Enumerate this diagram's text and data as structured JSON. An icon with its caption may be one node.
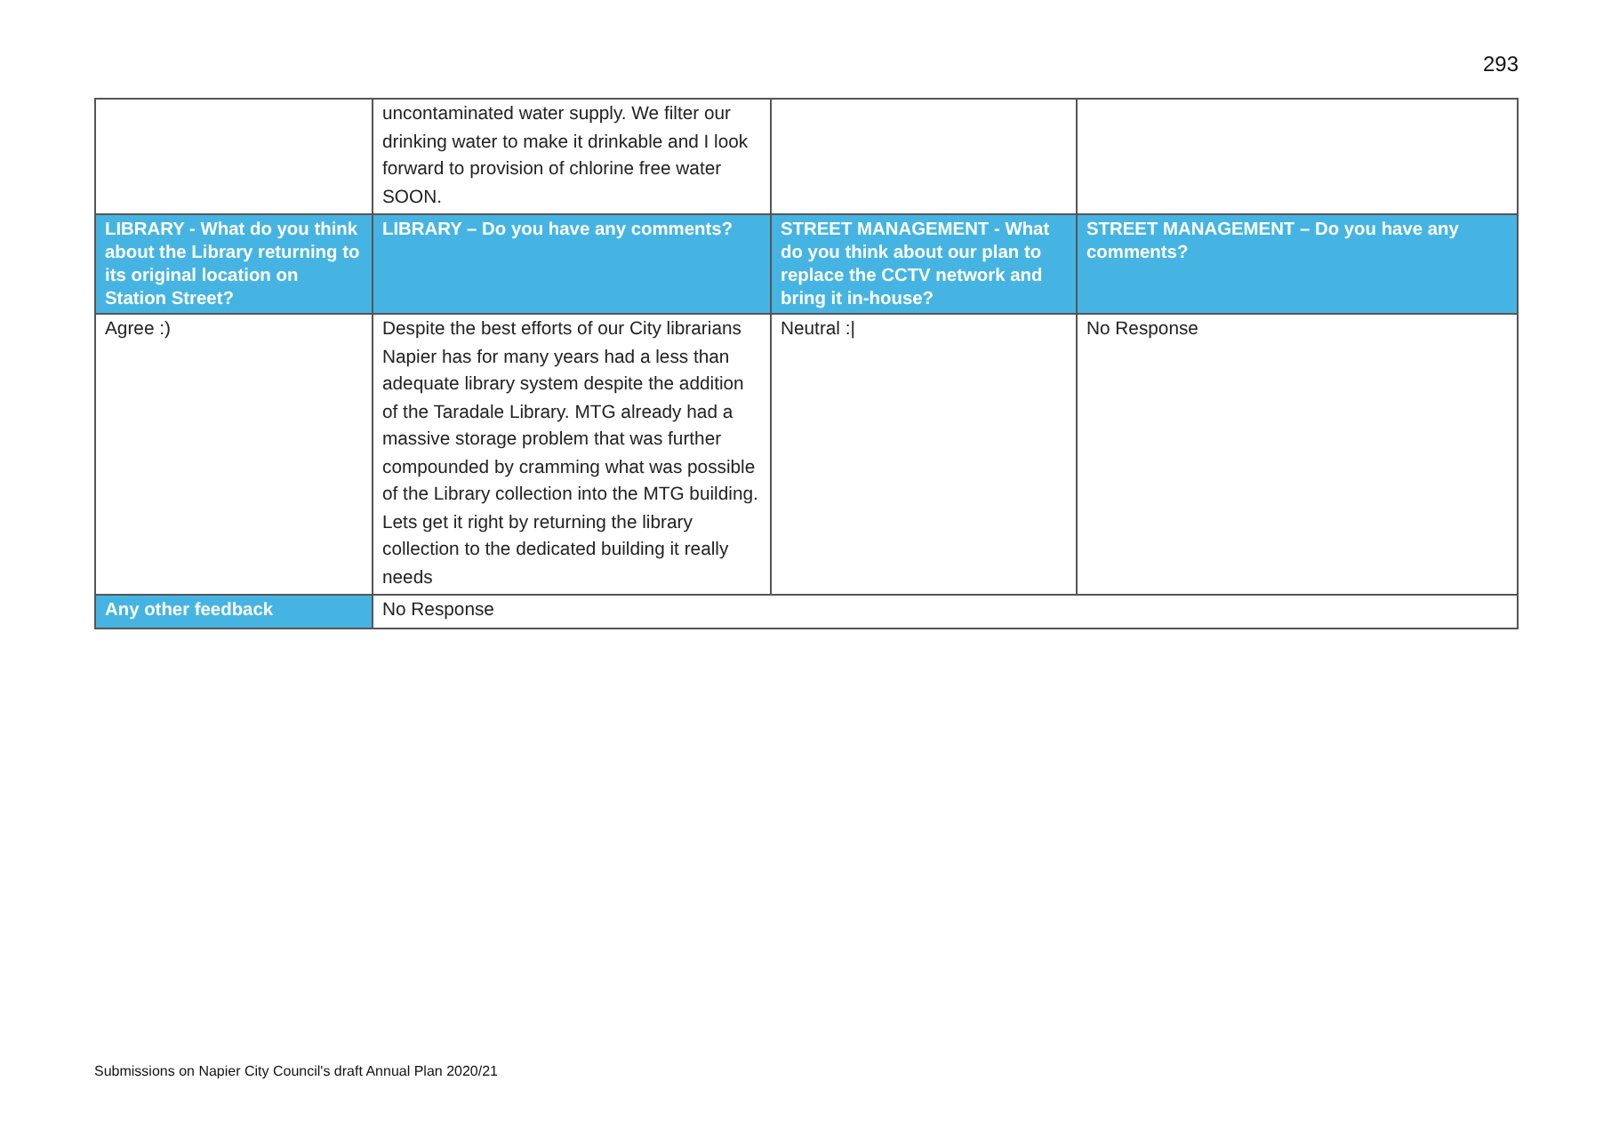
{
  "diagram": {
    "labels": [
      "293",
      "uncontaminated water supply. We filter our drinking water to make it drinkable and I look forward to provision of chlorine free water SOON.",
      "LIBRARY - What do you think about the Library returning to its original location on Station Street?",
      "LIBRARY – Do you have any comments?",
      "STREET MANAGEMENT - What do you think about our plan to replace the CCTV network and bring it in-house?",
      "STREET MANAGEMENT – Do you have any comments?",
      "Agree :)",
      "Despite the best efforts of our City librarians Napier has for many years had a less than adequate library system despite the addition of the Taradale Library. MTG already had a massive storage problem that was further compounded by cramming what was possible of the Library collection into the MTG building. Lets get it right by returning the library collection to the dedicated building it really needs",
      "Neutral :|",
      "No Response",
      "Any other feedback",
      "No Response",
      "Submissions on Napier City Council's draft Annual Plan 2020/21"
    ]
  }
}
